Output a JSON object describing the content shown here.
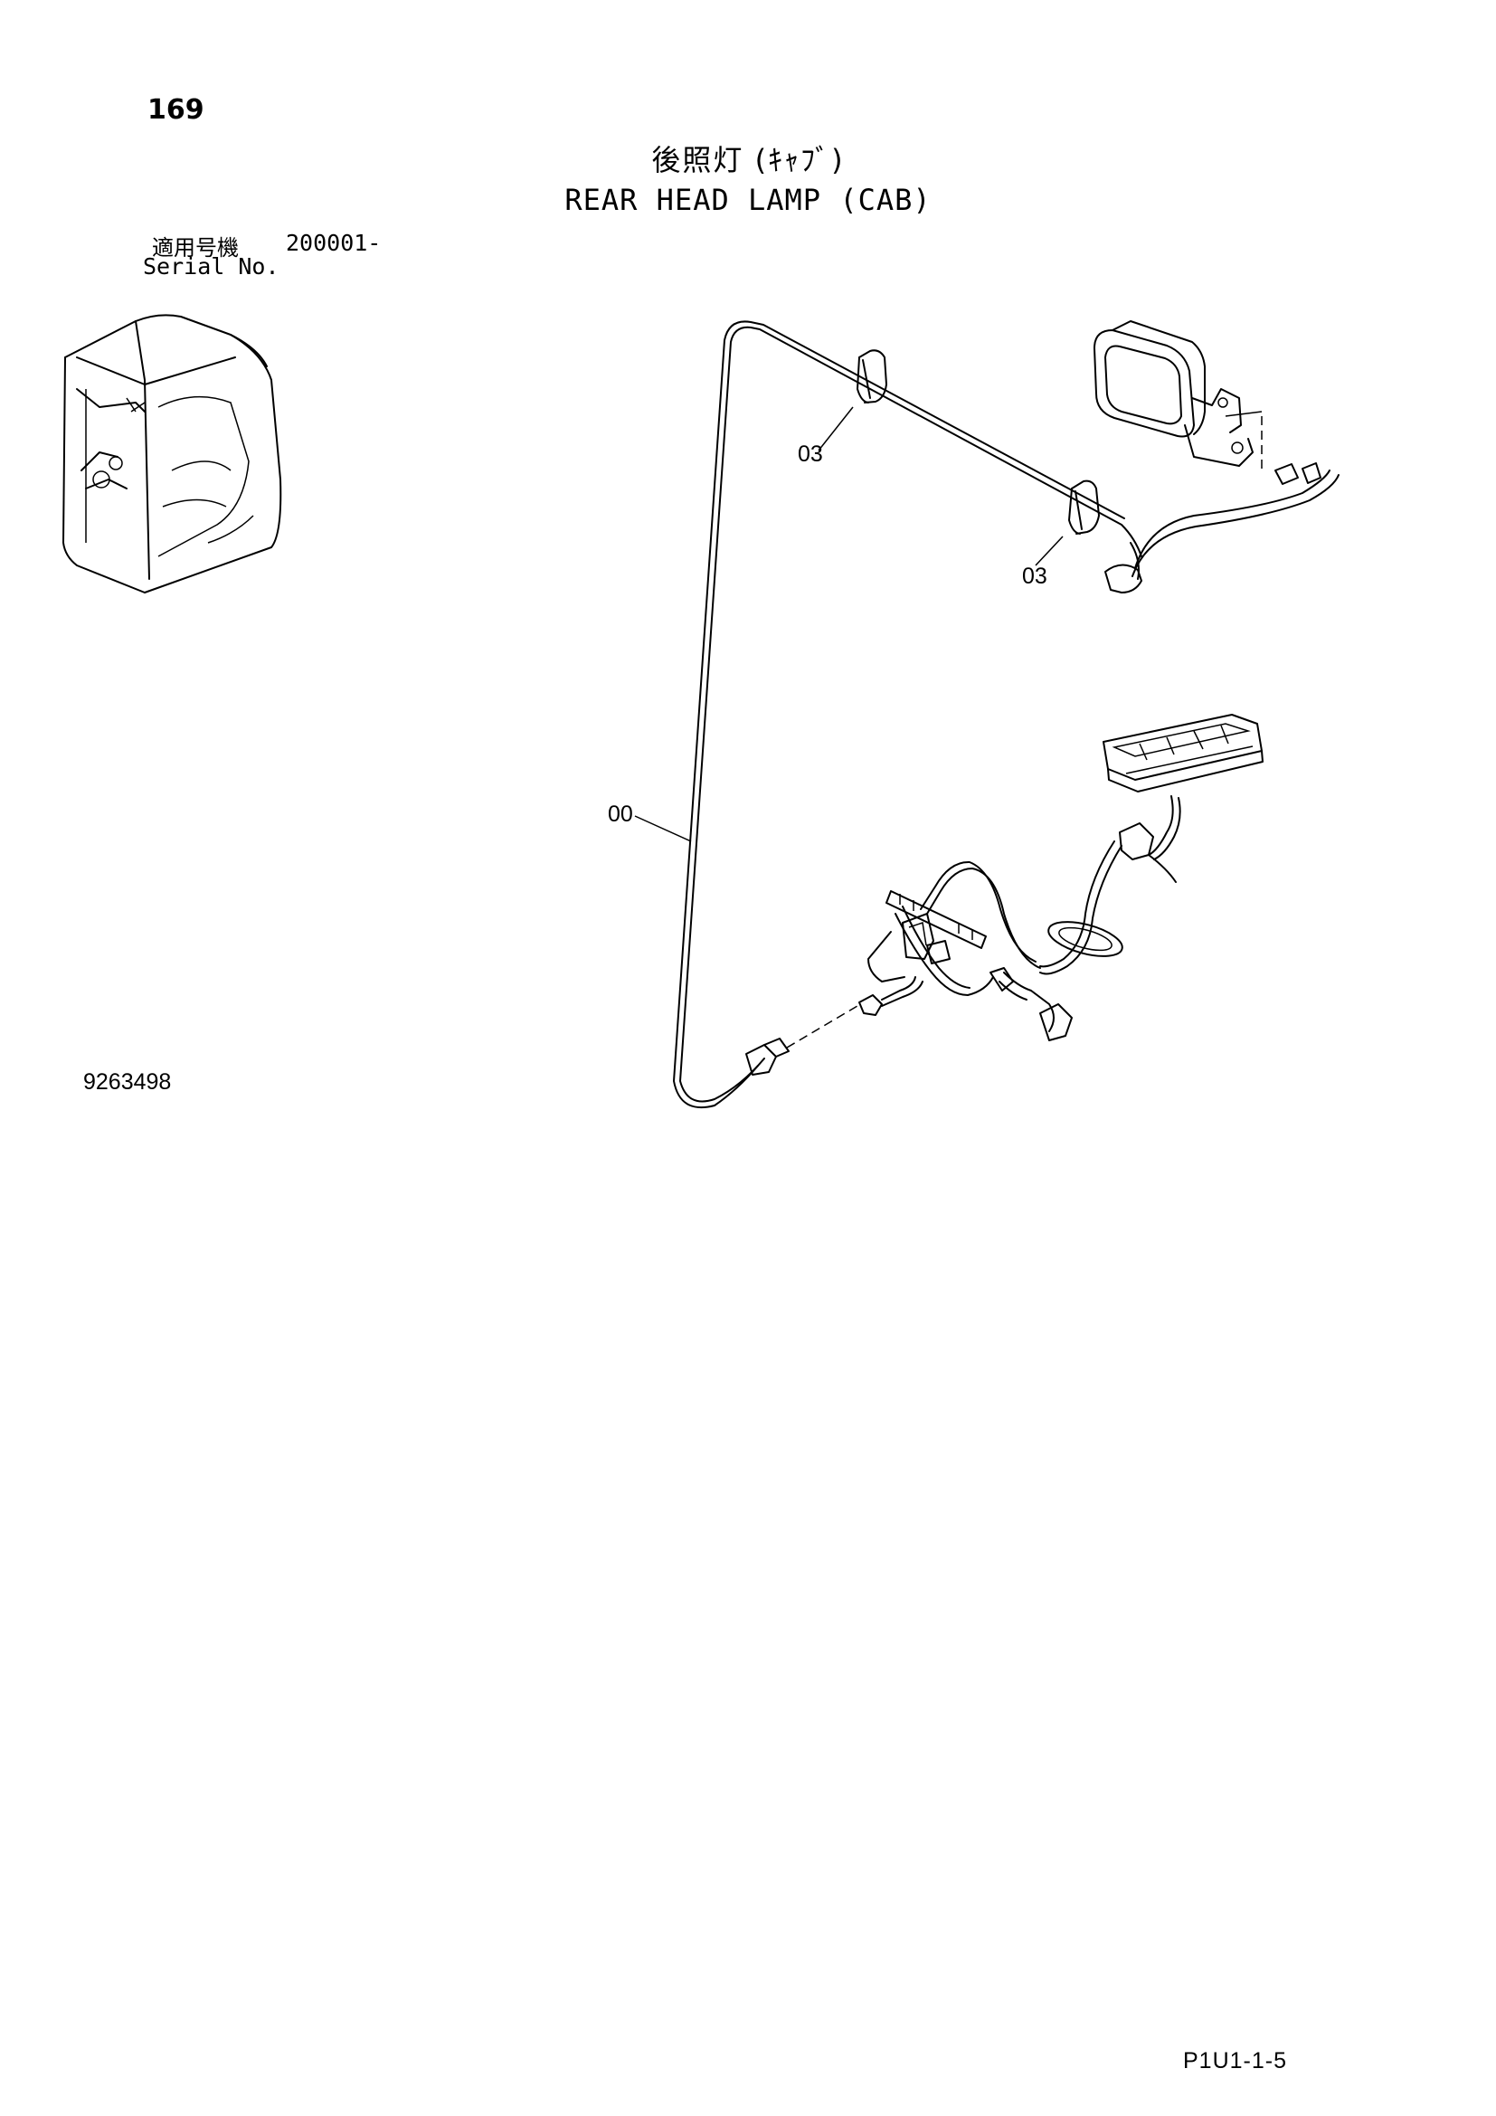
{
  "header": {
    "page_number": "169",
    "title_jp": "後照灯 (ｷｬﾌﾞ)",
    "title_en": "REAR HEAD LAMP (CAB)"
  },
  "serial": {
    "label_jp": "適用号機",
    "range": "200001-",
    "label_en": "Serial No."
  },
  "callouts": {
    "clip_upper": "03",
    "clip_lower": "03",
    "harness": "00"
  },
  "footer": {
    "drawing_number": "9263498",
    "page_code": "P1U1-1-5"
  }
}
